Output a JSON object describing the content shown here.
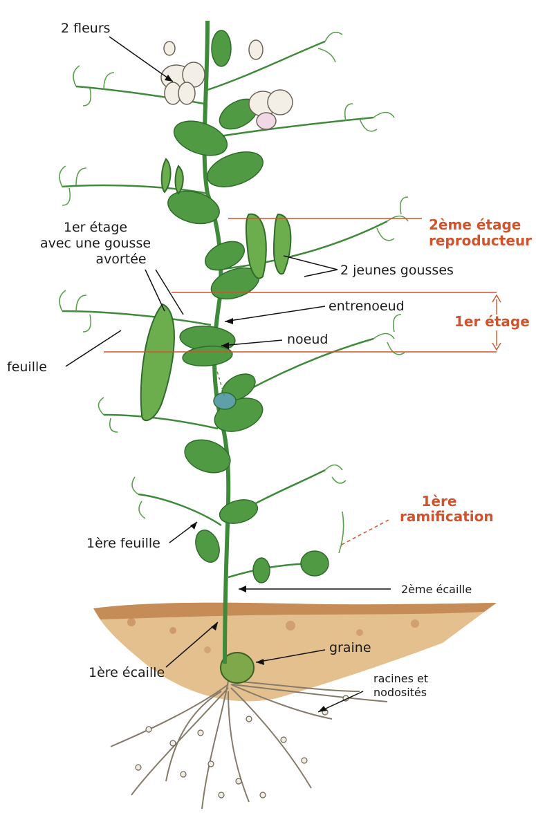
{
  "colors": {
    "accent_red": "#d2522b",
    "leaf_green": "#4f9a42",
    "leaf_dark": "#2f6b2b",
    "stem_green": "#3f8a3a",
    "soil": "#d9b27a",
    "soil_dark": "#b97a4a",
    "root": "#8a8070",
    "flower": "#f4efe6"
  },
  "labels": {
    "fleurs": "2 fleurs",
    "etage1_line1": "1er étage",
    "etage1_line2": "avec une gousse",
    "etage1_line3": "avortée",
    "etage2_line1": "2ème étage",
    "etage2_line2": "reproducteur",
    "jeunes_gousses": "2 jeunes gousses",
    "entrenoeud": "entrenoeud",
    "etage1_right": "1er étage",
    "noeud": "noeud",
    "feuille": "feuille",
    "ramification_line1": "1ère",
    "ramification_line2": "ramification",
    "premiere_feuille": "1ère feuille",
    "deuxieme_ecaille": "2ème écaille",
    "graine": "graine",
    "premiere_ecaille": "1ère écaille",
    "racines_line1": "racines et",
    "racines_line2": "nodosités"
  },
  "icons": {
    "plant": "pea-plant-illustration",
    "flower": "flower-icon",
    "pod": "pod-icon",
    "seed": "seed-icon",
    "roots": "roots-icon"
  }
}
